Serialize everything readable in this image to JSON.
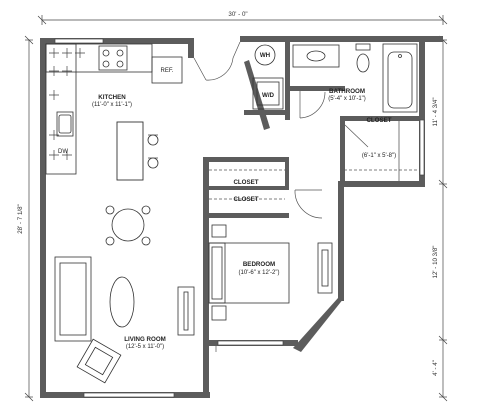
{
  "dimensions": {
    "top": "30' - 0\"",
    "left": "28' - 7 1/8\"",
    "right_upper": "11' - 4 3/4\"",
    "right_middle": "12' - 10 3/8\"",
    "right_lower": "4' - 4\""
  },
  "rooms": {
    "kitchen": {
      "name": "KITCHEN",
      "size": "(11'-0\" x 11'-1\")"
    },
    "bathroom": {
      "name": "BATHROOM",
      "size": "(5'-4\" x 10'-1\")"
    },
    "closet_main": {
      "name": "CLOSET",
      "size": "(6'-1\" x 5'-8\")"
    },
    "closet_1": {
      "name": "CLOSET"
    },
    "closet_2": {
      "name": "CLOSET"
    },
    "bedroom": {
      "name": "BEDROOM",
      "size": "(10'-6\" x 12'-2\")"
    },
    "living": {
      "name": "LIVING ROOM",
      "size": "(12'-5 x 11'-0\")"
    }
  },
  "fixtures": {
    "refrigerator": "REF.",
    "water_heater": "WH",
    "washer_dryer": "W/D",
    "dishwasher": "DW"
  }
}
